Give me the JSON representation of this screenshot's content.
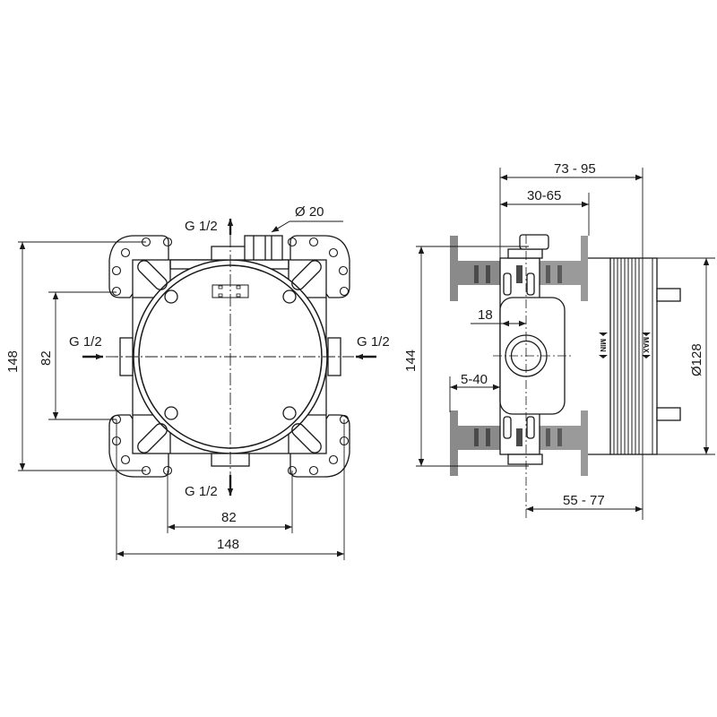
{
  "front_view": {
    "outlet_top": "G 1/2",
    "outlet_bottom": "G 1/2",
    "inlet_left": "G 1/2",
    "inlet_right": "G 1/2",
    "diameter_port": "Ø 20",
    "height_outer": "148",
    "height_inner": "82",
    "width_inner": "82",
    "width_outer": "148"
  },
  "side_view": {
    "depth_total": "73 - 95",
    "depth_plaster": "30-65",
    "height": "144",
    "offset_18": "18",
    "wall_5_40": "5-40",
    "depth_55_77": "55 - 77",
    "diameter_sleeve": "Ø128",
    "marker_min": "MIN",
    "marker_max": "MAX"
  },
  "colors": {
    "line": "#1a1a1a",
    "fill_gray": "#8a8a8a",
    "fill_dark": "#4a4a4a"
  }
}
